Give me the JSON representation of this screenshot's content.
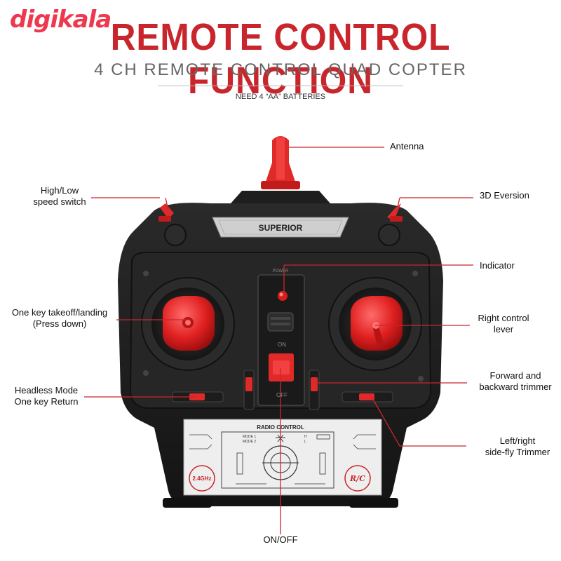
{
  "brand": "digikala",
  "title": "REMOTE CONTROL FUNCTION",
  "subtitle": "4 CH REMOTE CONTROL  QUAD COPTER",
  "battery_note": "NEED 4 “AA” BATTERIES",
  "device": {
    "badge": "SUPERIOR",
    "power_label": "POWER",
    "on_label": "ON",
    "off_label": "OFF",
    "panel_title": "RADIO CONTROL",
    "panel_freq": "2.4GHz",
    "panel_rc": "R/C",
    "mode1": "MODE 1",
    "mode2": "MODE 2",
    "h_mark": "H",
    "l_mark": "L"
  },
  "labels": {
    "antenna": "Antenna",
    "speed_switch": "High/Low\nspeed switch",
    "eversion": "3D Eversion",
    "indicator": "Indicator",
    "takeoff": "One key takeoff/landing\n(Press down)",
    "right_lever": "Right control\nlever",
    "headless": "Headless Mode\nOne key Return",
    "trimmer": "Forward and\nbackward trimmer",
    "sidefly": "Left/right\nside-fly Trimmer",
    "onoff": "ON/OFF"
  },
  "colors": {
    "brand": "#ee384e",
    "title": "#c8262c",
    "accent_red": "#e02a2a",
    "body": "#1c1c1c"
  }
}
